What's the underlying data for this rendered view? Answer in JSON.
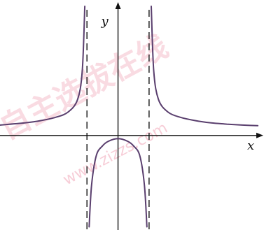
{
  "chart_data": {
    "type": "line",
    "title": "",
    "xlabel": "x",
    "ylabel": "y",
    "xlim": [
      -3.8,
      4.7
    ],
    "ylim": [
      -3.0,
      4.3
    ],
    "grid": false,
    "legend": "none",
    "asymptotes": {
      "vertical": [
        -1,
        1
      ],
      "horizontal": [
        0
      ]
    },
    "series": [
      {
        "x": [
          -3.8,
          -3.0,
          -2.5,
          -2.0,
          -1.6,
          -1.3,
          -1.15,
          -1.07
        ],
        "y": [
          0.33,
          0.4,
          0.47,
          0.58,
          0.75,
          1.15,
          2.06,
          4.1
        ]
      },
      {
        "x": [
          -0.93,
          -0.85,
          -0.7,
          -0.5,
          -0.3,
          0.0,
          0.3,
          0.5,
          0.7,
          0.85,
          0.93
        ],
        "y": [
          -2.9,
          -1.57,
          -0.64,
          -0.33,
          -0.18,
          -0.1,
          -0.18,
          -0.33,
          -0.64,
          -1.57,
          -2.9
        ]
      },
      {
        "x": [
          1.07,
          1.15,
          1.3,
          1.6,
          2.0,
          2.5,
          3.0,
          3.5,
          4.0,
          4.5
        ],
        "y": [
          4.1,
          2.06,
          1.15,
          0.75,
          0.58,
          0.47,
          0.4,
          0.36,
          0.33,
          0.31
        ]
      }
    ],
    "colors": {
      "curve": "#5a3f6e",
      "axes": "#111111",
      "asymptote": "#111111"
    }
  },
  "watermark": {
    "text": "自主选拔在线",
    "url": "www.zizzs.com"
  }
}
